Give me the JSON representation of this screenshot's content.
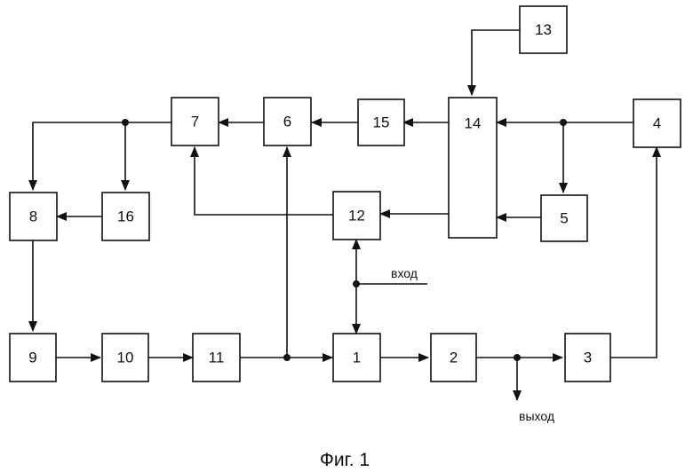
{
  "blocks": {
    "b1": "1",
    "b2": "2",
    "b3": "3",
    "b4": "4",
    "b5": "5",
    "b6": "6",
    "b7": "7",
    "b8": "8",
    "b9": "9",
    "b10": "10",
    "b11": "11",
    "b12": "12",
    "b13": "13",
    "b14": "14",
    "b15": "15",
    "b16": "16"
  },
  "labels": {
    "input": "вход",
    "output": "выход"
  },
  "caption": "Фиг. 1"
}
